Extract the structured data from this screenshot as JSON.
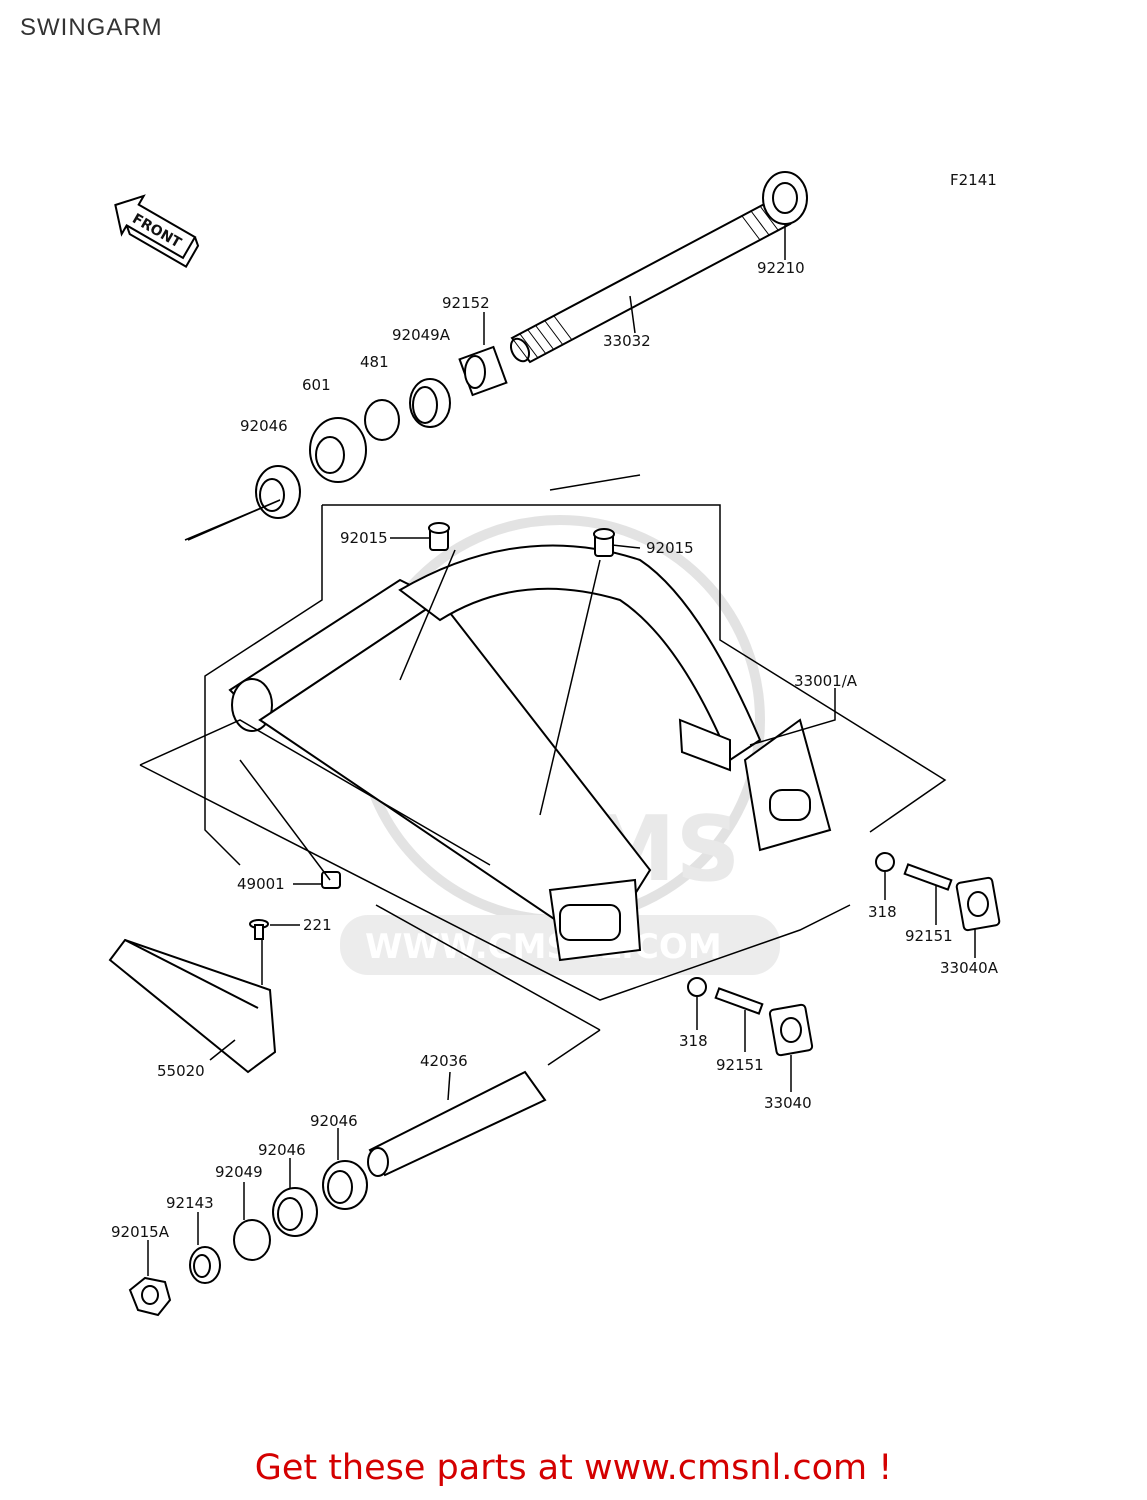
{
  "title": "SWINGARM",
  "figure_code": "F2141",
  "front_arrow_label": "FRONT",
  "watermark": {
    "brand": "CMS",
    "url": "WWW.CMSNL.COM"
  },
  "parts": {
    "p92210": "92210",
    "p33032": "33032",
    "p92152": "92152",
    "p92049A": "92049A",
    "p481": "481",
    "p601": "601",
    "p92046_top": "92046",
    "p92015_left": "92015",
    "p92015_right": "92015",
    "p33001A": "33001/A",
    "p49001": "49001",
    "p221": "221",
    "p55020": "55020",
    "p318_right": "318",
    "p92151_right": "92151",
    "p33040A": "33040A",
    "p318_mid": "318",
    "p92151_mid": "92151",
    "p33040": "33040",
    "p42036": "42036",
    "p92046_a": "92046",
    "p92046_b": "92046",
    "p92049": "92049",
    "p92143": "92143",
    "p92015A": "92015A"
  },
  "cta": "Get these parts at www.cmsnl.com !"
}
